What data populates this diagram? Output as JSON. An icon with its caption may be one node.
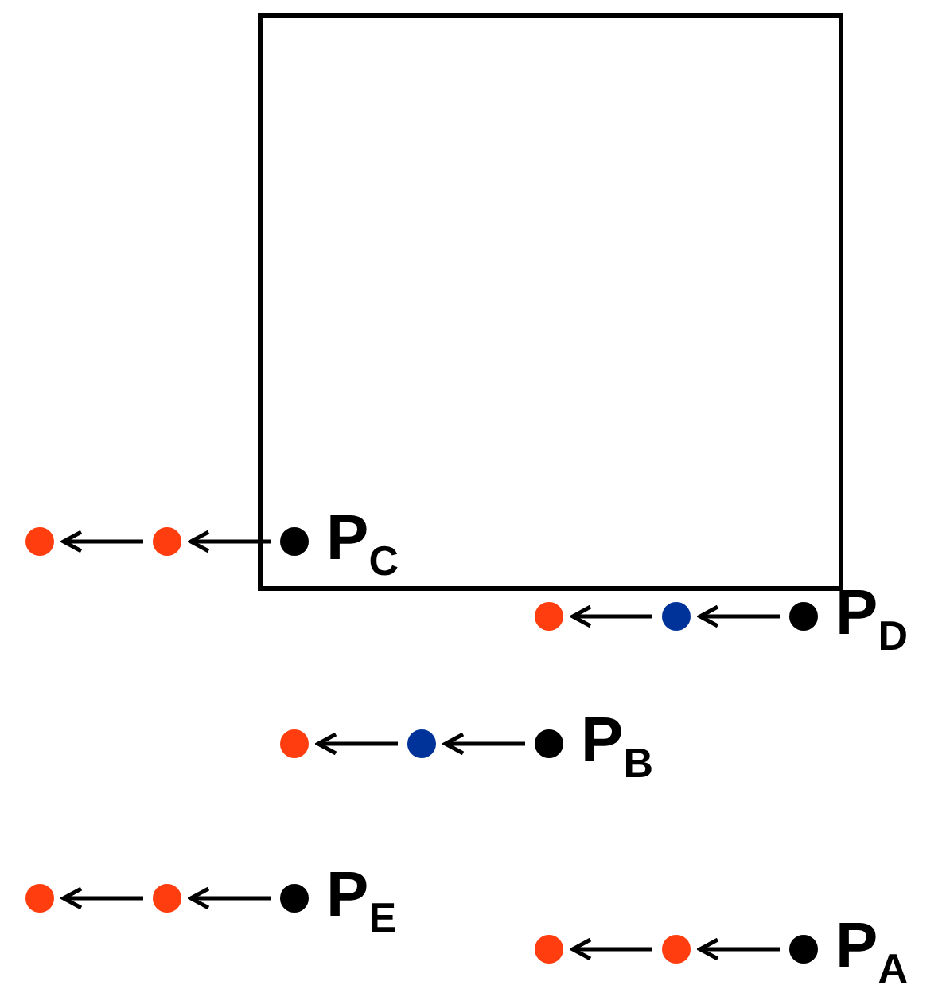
{
  "diagram": {
    "nodes": [
      {
        "text": [],
        "shape": "box"
      },
      {
        "text": [],
        "shape": "circle",
        "beside": [
          "P$_{C}$"
        ],
        "in": 0
      },
      {
        "text": [],
        "shape": "circle"
      },
      {
        "text": [],
        "shape": "circle"
      },
      {
        "text": [],
        "shape": "circle",
        "beside": [
          "P$_{D}$"
        ]
      },
      {
        "text": [],
        "shape": "circle"
      },
      {
        "text": [],
        "shape": "circle"
      },
      {
        "text": [],
        "shape": "circle",
        "beside": [
          "P$_{B}$"
        ]
      },
      {
        "text": [],
        "shape": "circle"
      },
      {
        "text": [],
        "shape": "circle"
      },
      {
        "text": [],
        "shape": "circle",
        "beside": [
          "P$_{E}$"
        ]
      },
      {
        "text": [],
        "shape": "circle"
      },
      {
        "text": [],
        "shape": "circle"
      },
      {
        "text": [],
        "shape": "circle",
        "beside": [
          "P$_{A}$"
        ]
      },
      {
        "text": [],
        "shape": "circle"
      },
      {
        "text": [],
        "shape": "circle"
      }
    ],
    "edges": [
      {
        "from": 1,
        "to": 2,
        "arrow": "to"
      },
      {
        "from": 2,
        "to": 3,
        "arrow": "to"
      },
      {
        "from": 4,
        "to": 5,
        "arrow": "to"
      },
      {
        "from": 5,
        "to": 6,
        "arrow": "to"
      },
      {
        "from": 7,
        "to": 8,
        "arrow": "to"
      },
      {
        "from": 8,
        "to": 9,
        "arrow": "to"
      },
      {
        "from": 10,
        "to": 11,
        "arrow": "to"
      },
      {
        "from": 11,
        "to": 12,
        "arrow": "to"
      },
      {
        "from": 13,
        "to": 14,
        "arrow": "to"
      },
      {
        "from": 14,
        "to": 15,
        "arrow": "to"
      }
    ]
  }
}
